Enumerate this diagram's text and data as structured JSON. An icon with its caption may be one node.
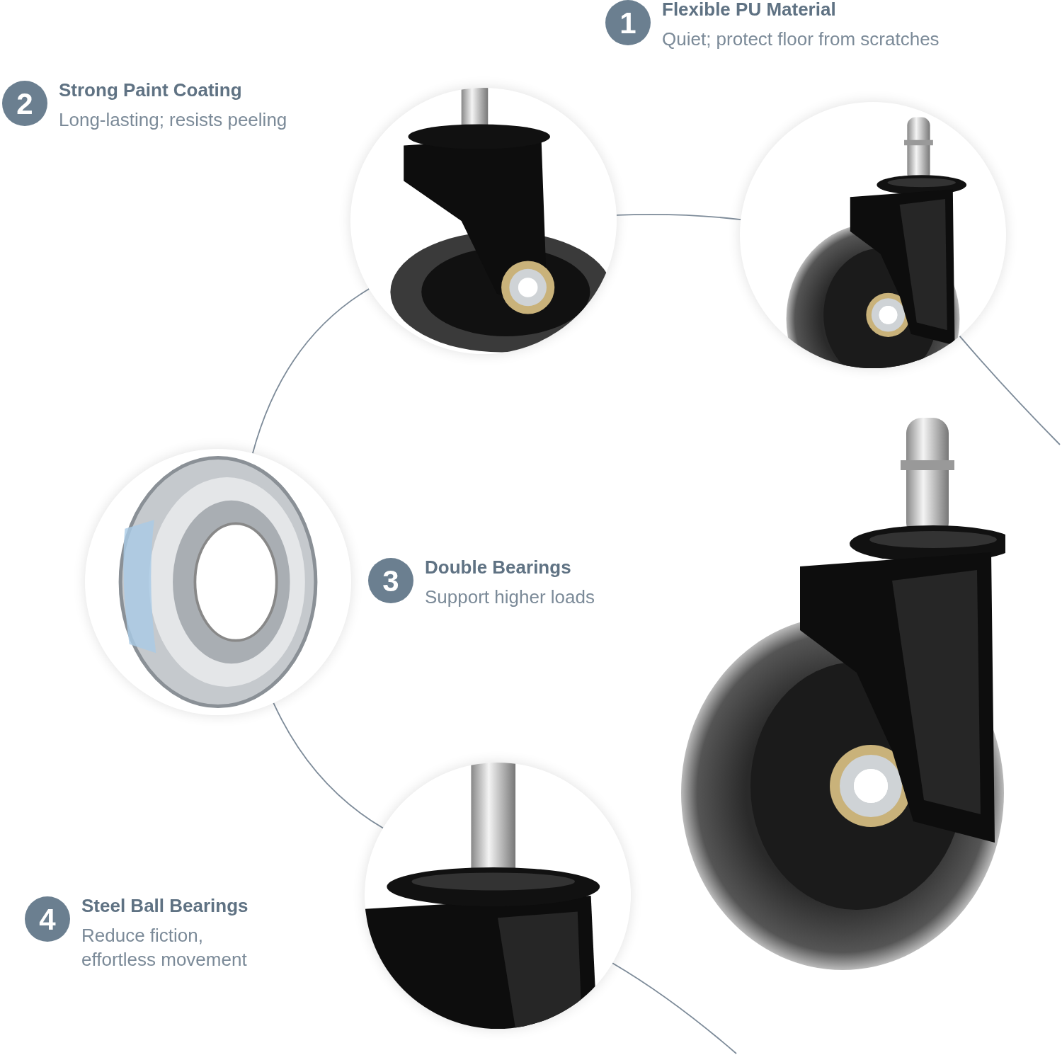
{
  "diagram": {
    "nodes": [
      {
        "text": [
          "1"
        ],
        "beside": [
          "Flexible PU Material",
          "Quiet; protect floor from scratches"
        ]
      },
      {
        "text": [
          "2"
        ],
        "beside": [
          "Strong Paint Coating",
          "Long-lasting; resists peeling"
        ]
      },
      {
        "text": [
          "3"
        ],
        "beside": [
          "Double Bearings",
          "Support higher loads"
        ]
      },
      {
        "text": [
          "4"
        ],
        "beside": [
          "Steel Ball Bearings",
          "Reduce fiction, effortless movement"
        ]
      },
      {
        "text": [],
        "shape": "picture"
      },
      {
        "text": [],
        "shape": "picture"
      },
      {
        "text": [],
        "shape": "picture"
      },
      {
        "text": [],
        "shape": "picture"
      }
    ],
    "edges": [
      {
        "from": 4,
        "to": 5,
        "arrow": "none"
      },
      {
        "from": 5,
        "to": null,
        "arrow": "none"
      },
      {
        "from": 6,
        "to": 4,
        "arrow": "none"
      },
      {
        "from": 6,
        "to": 7,
        "arrow": "none"
      },
      {
        "from": 7,
        "to": null,
        "arrow": "none"
      }
    ]
  }
}
